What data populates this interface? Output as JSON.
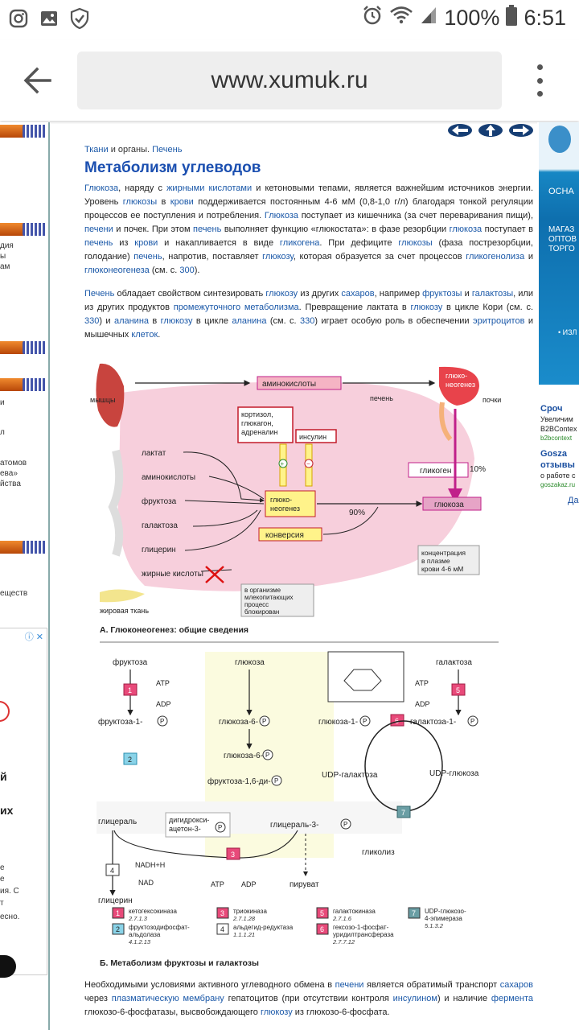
{
  "status_bar": {
    "battery_percent": "100%",
    "time": "6:51"
  },
  "browser": {
    "url": "www.xumuk.ru"
  },
  "breadcrumb": {
    "part1": "Ткани",
    "sep": " и органы. ",
    "part2": "Печень"
  },
  "article": {
    "title": "Метаболизм углеводов",
    "para1": [
      {
        "t": "Глюкоза",
        "l": true
      },
      {
        "t": ", наряду с ",
        "l": false
      },
      {
        "t": "жирными кислотами",
        "l": true
      },
      {
        "t": " и кетоновыми тепами, является важнейшим источников энергии. Уровень ",
        "l": false
      },
      {
        "t": "глюкозы",
        "l": true
      },
      {
        "t": " в ",
        "l": false
      },
      {
        "t": "крови",
        "l": true
      },
      {
        "t": " поддерживается постоянным 4-6 мМ (0,8-1,0 г/л) благодаря тонкой регуляции процессов ее поступления и потребления. ",
        "l": false
      },
      {
        "t": "Глюкоза",
        "l": true
      },
      {
        "t": " поступает из кишечника (за счет переваривания пищи), ",
        "l": false
      },
      {
        "t": "печени",
        "l": true
      },
      {
        "t": " и почек. При этом ",
        "l": false
      },
      {
        "t": "печень",
        "l": true
      },
      {
        "t": " выполняет функцию «глюкостата»: в фазе резорбции ",
        "l": false
      },
      {
        "t": "глюкоза",
        "l": true
      },
      {
        "t": " поступает в ",
        "l": false
      },
      {
        "t": "печень",
        "l": true
      },
      {
        "t": " из ",
        "l": false
      },
      {
        "t": "крови",
        "l": true
      },
      {
        "t": " и накапливается в виде ",
        "l": false
      },
      {
        "t": "гликогена",
        "l": true
      },
      {
        "t": ". При дефиците ",
        "l": false
      },
      {
        "t": "глюкозы",
        "l": true
      },
      {
        "t": " (фаза пострезорбции, голодание) ",
        "l": false
      },
      {
        "t": "печень",
        "l": true
      },
      {
        "t": ", напротив, поставляет ",
        "l": false
      },
      {
        "t": "глюкозу",
        "l": true
      },
      {
        "t": ", которая образуется за счет процессов ",
        "l": false
      },
      {
        "t": "гликогенолиза",
        "l": true
      },
      {
        "t": " и ",
        "l": false
      },
      {
        "t": "глюконеогенеза",
        "l": true
      },
      {
        "t": " (см. с. ",
        "l": false
      },
      {
        "t": "300",
        "l": true
      },
      {
        "t": ").",
        "l": false
      }
    ],
    "para2": [
      {
        "t": "Печень",
        "l": true
      },
      {
        "t": " обладает свойством синтезировать ",
        "l": false
      },
      {
        "t": "глюкозу",
        "l": true
      },
      {
        "t": " из других ",
        "l": false
      },
      {
        "t": "сахаров",
        "l": true
      },
      {
        "t": ", например ",
        "l": false
      },
      {
        "t": "фруктозы",
        "l": true
      },
      {
        "t": " и ",
        "l": false
      },
      {
        "t": "галактозы",
        "l": true
      },
      {
        "t": ", или из других продуктов ",
        "l": false
      },
      {
        "t": "промежуточного метаболизма",
        "l": true
      },
      {
        "t": ". Превращение лактата в ",
        "l": false
      },
      {
        "t": "глюкозу",
        "l": true
      },
      {
        "t": " в цикле Кори (см. с. ",
        "l": false
      },
      {
        "t": "330",
        "l": true
      },
      {
        "t": ") и ",
        "l": false
      },
      {
        "t": "аланина",
        "l": true
      },
      {
        "t": " в ",
        "l": false
      },
      {
        "t": "глюкозу",
        "l": true
      },
      {
        "t": " в цикле ",
        "l": false
      },
      {
        "t": "аланина",
        "l": true
      },
      {
        "t": " (см. с. ",
        "l": false
      },
      {
        "t": "330",
        "l": true
      },
      {
        "t": ") играет особую роль в обеспечении ",
        "l": false
      },
      {
        "t": "эритроцитов",
        "l": true
      },
      {
        "t": " и мышечных ",
        "l": false
      },
      {
        "t": "клеток",
        "l": true
      },
      {
        "t": ".",
        "l": false
      }
    ],
    "para3": [
      {
        "t": "Необходимыми условиями активного углеводного обмена в ",
        "l": false
      },
      {
        "t": "печени",
        "l": true
      },
      {
        "t": " является обратимый транспорт ",
        "l": false
      },
      {
        "t": "сахаров",
        "l": true
      },
      {
        "t": " через ",
        "l": false
      },
      {
        "t": "плазматическую мембрану",
        "l": true
      },
      {
        "t": " гепатоцитов (при отсутствии контроля ",
        "l": false
      },
      {
        "t": "инсулином",
        "l": true
      },
      {
        "t": ") и наличие ",
        "l": false
      },
      {
        "t": "фермента",
        "l": true
      },
      {
        "t": " глюкозо-6-фосфатазы, высвобождающего ",
        "l": false
      },
      {
        "t": "глюкозу",
        "l": true
      },
      {
        "t": " из глюкозо-6-фосфата.",
        "l": false
      }
    ]
  },
  "figure_a": {
    "muscle": "мышцы",
    "amino_top": "аминокислоты",
    "gluconeo_kidney": "глюко-\nнеогенез",
    "liver": "печень",
    "kidneys": "почки",
    "hormones": "кортизол,\nглюкагон,\nадреналин",
    "insulin": "инсулин",
    "plus": "+",
    "minus": "−",
    "glycogen": "гликоген",
    "pct10": "10%",
    "lactate": "лактат",
    "aminoacids": "аминокислоты",
    "fructose": "фруктоза",
    "galactose": "галактоза",
    "glycerol": "глицерин",
    "fatty": "жирные кислоты",
    "gluconeo": "глюко-\nнеогенез",
    "pct90": "90%",
    "glucose": "глюкоза",
    "conversion": "конверсия",
    "concentration": "концентрация\nв плазме\nкрови 4-6 мМ",
    "blocked": "в организме\nмлекопитающих\nпроцесс\nблокирован",
    "adipose": "жировая ткань",
    "caption": "А. Глюконеогенез: общие сведения"
  },
  "figure_b": {
    "fructose": "фруктоза",
    "glucose": "глюкоза",
    "galactose": "галактоза",
    "atp": "ATP",
    "adp": "ADP",
    "fructose1p": "фруктоза-1-",
    "glucose6p_a": "глюкоза-6-",
    "glucose1p": "глюкоза-1-",
    "galactose1p": "галактоза-1-",
    "glucose6p_b": "глюкоза-6-",
    "fructose16": "фруктоза-1,6-ди-",
    "udp_gal": "UDP-галактоза",
    "udp_glu": "UDP-глюкоза",
    "glyceral": "глицераль",
    "dhap": "дигидрокси-\nацетон-3-",
    "glyceral3": "глицераль-3-",
    "glycolysis": "гликолиз",
    "pyruvate": "пируват",
    "nadh": "NADH+H",
    "nad": "NAD",
    "glycerol": "глицерин",
    "p": "P",
    "legend": [
      {
        "n": "1",
        "name": "кетогексокиназа",
        "ec": "2.7.1.3"
      },
      {
        "n": "2",
        "name": "фруктозодифосфат-\nальдолаза",
        "ec": "4.1.2.13"
      },
      {
        "n": "3",
        "name": "триокиназа",
        "ec": "2.7.1.28"
      },
      {
        "n": "4",
        "name": "альдегид-редуктаза",
        "ec": "1.1.1.21"
      },
      {
        "n": "5",
        "name": "галактокиназа",
        "ec": "2.7.1.6"
      },
      {
        "n": "6",
        "name": "гексозо-1-фосфат-\nуридилтрансфераза",
        "ec": "2.7.7.12"
      },
      {
        "n": "7",
        "name": "UDP-глюкозо-\n4-эпимераза",
        "ec": "5.1.3.2"
      }
    ],
    "caption": "Б. Метаболизм фруктозы и галактозы"
  },
  "left_sidebar": {
    "snippets": [
      "дия",
      "ы",
      "ам",
      "и",
      "л",
      "атомов",
      "ева»",
      "йства",
      "еществ"
    ],
    "ad_lines": [
      "й",
      "их",
      "е",
      "е",
      "ия. С",
      "т",
      "есно."
    ]
  },
  "right_ad": {
    "banner_text": [
      "ОСНА",
      "МАГАЗ",
      "ОПТОВ",
      "ТОРГО",
      "• ИЗЛ"
    ],
    "ad1_title": "Сроч",
    "ad1_text": [
      "Увеличим",
      "B2BContex"
    ],
    "ad1_url": "b2bcontext",
    "ad2_title": "Goszа",
    "ad2_title2": "отзывы",
    "ad2_text": "о работе с",
    "ad2_url": "goszakaz.ru",
    "more": "Да"
  },
  "colors": {
    "link": "#1a58a8",
    "title": "#1b4fb0",
    "liver_pink": "#f7cfdc",
    "box_red": "#d21f3c",
    "highlight_yellow": "#fff38a"
  }
}
